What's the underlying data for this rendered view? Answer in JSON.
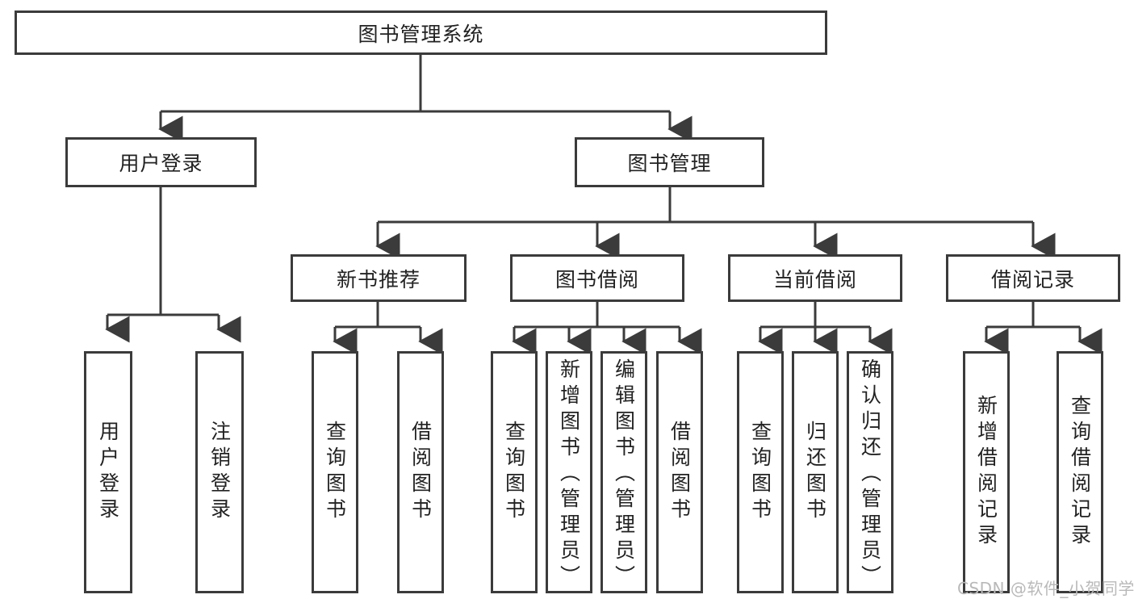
{
  "diagram": {
    "type": "tree-hierarchy-chart",
    "title_node": {
      "label": "图书管理系统"
    },
    "level2": [
      {
        "id": "user-login",
        "label": "用户登录"
      },
      {
        "id": "book-management",
        "label": "图书管理"
      }
    ],
    "level3": [
      {
        "id": "new-book-recommend",
        "label": "新书推荐"
      },
      {
        "id": "book-borrow",
        "label": "图书借阅"
      },
      {
        "id": "current-borrow",
        "label": "当前借阅"
      },
      {
        "id": "borrow-record",
        "label": "借阅记录"
      }
    ],
    "leaves": [
      {
        "id": "leaf-user-login",
        "label": "用户登录",
        "parent": "user-login"
      },
      {
        "id": "leaf-logout-login",
        "label": "注销登录",
        "parent": "user-login"
      },
      {
        "id": "leaf-query-book-1",
        "label": "查询图书",
        "parent": "new-book-recommend"
      },
      {
        "id": "leaf-borrow-book-1",
        "label": "借阅图书",
        "parent": "new-book-recommend"
      },
      {
        "id": "leaf-query-book-2",
        "label": "查询图书",
        "parent": "book-borrow"
      },
      {
        "id": "leaf-add-book-admin",
        "label": "新增图书（管理员）",
        "parent": "book-borrow"
      },
      {
        "id": "leaf-edit-book-admin",
        "label": "编辑图书（管理员）",
        "parent": "book-borrow"
      },
      {
        "id": "leaf-borrow-book-2",
        "label": "借阅图书",
        "parent": "book-borrow"
      },
      {
        "id": "leaf-query-book-3",
        "label": "查询图书",
        "parent": "current-borrow"
      },
      {
        "id": "leaf-return-book",
        "label": "归还图书",
        "parent": "current-borrow"
      },
      {
        "id": "leaf-confirm-return-admin",
        "label": "确认归还（管理员）",
        "parent": "current-borrow"
      },
      {
        "id": "leaf-add-borrow-record",
        "label": "新增借阅记录",
        "parent": "borrow-record"
      },
      {
        "id": "leaf-query-borrow-record",
        "label": "查询借阅记录",
        "parent": "borrow-record"
      }
    ],
    "colors": {
      "stroke": "#3b3b3b",
      "fill": "#ffffff",
      "text": "#222222",
      "watermark": "#b9b9b9"
    }
  },
  "watermark": {
    "text": "CSDN @软件_小贺同学"
  }
}
